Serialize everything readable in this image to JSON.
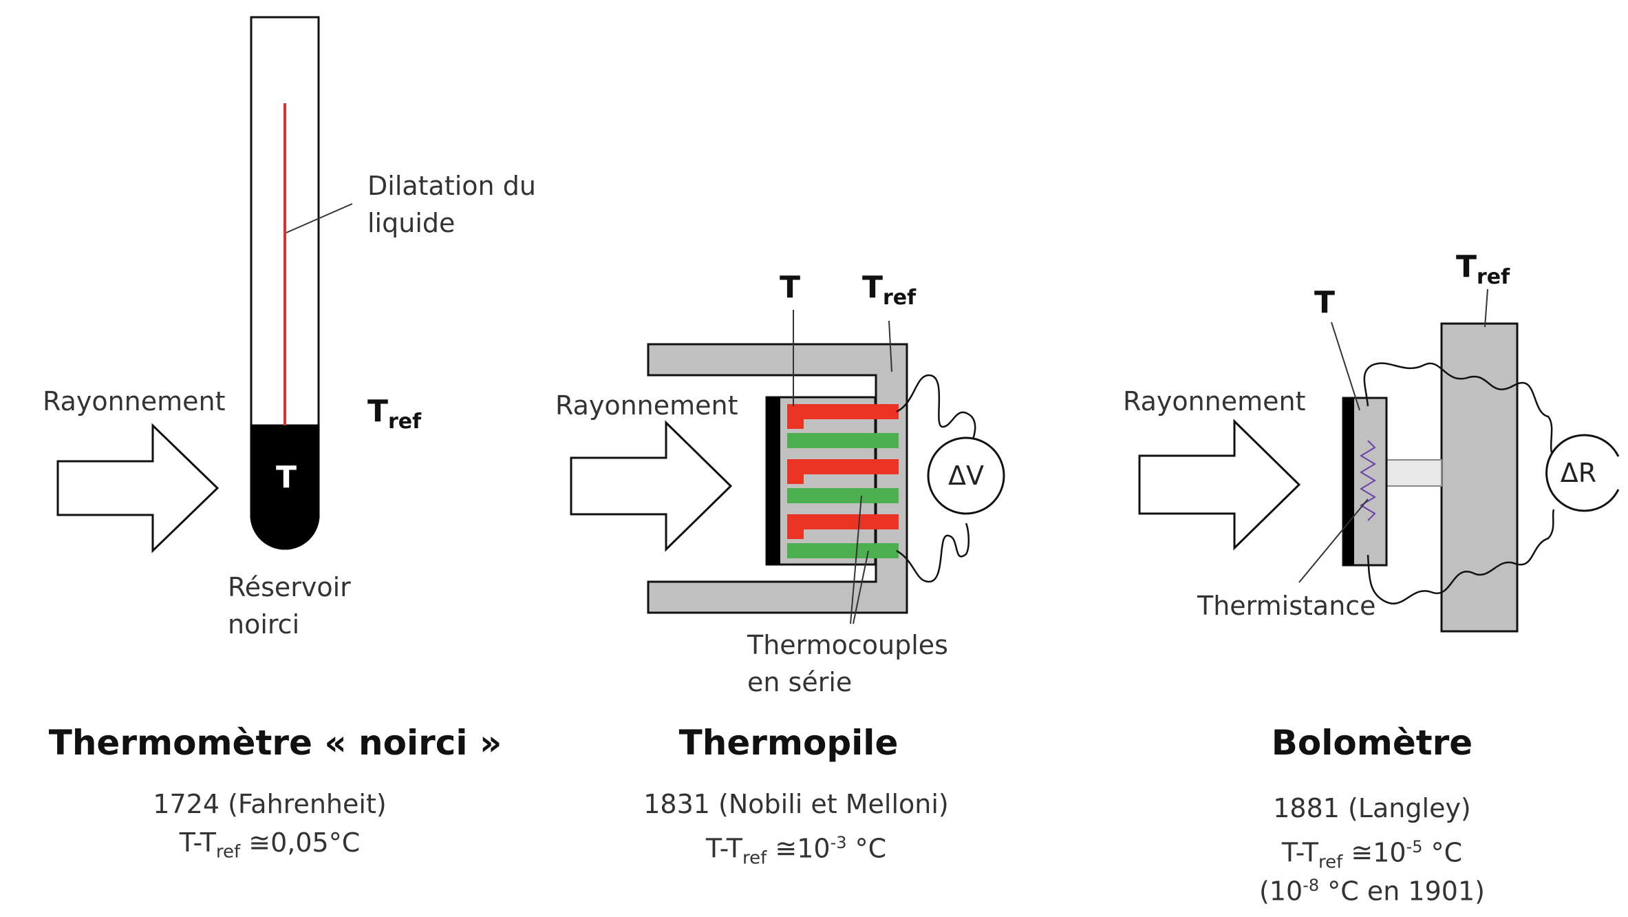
{
  "colors": {
    "outline": "#111111",
    "liquid": "#e0302a",
    "reservoir": "#000000",
    "housing": "#c0c0c0",
    "thermocouple_hot": "#ea3323",
    "thermocouple_cold": "#4caf50",
    "thermistor_coil": "#6a3fb0"
  },
  "panels": [
    {
      "name": "Thermomètre « noirci »",
      "input_label": "Rayonnement",
      "callout_top": [
        "Dilatation du",
        "liquide"
      ],
      "callout_bottom": [
        "Réservoir",
        "noirci"
      ],
      "t_label": "T",
      "tref_base": "T",
      "tref_sub": "ref",
      "caption_line1": "1724 (Fahrenheit)",
      "caption_t": "T-T",
      "caption_sub": "ref",
      "caption_rest": " ≅0,05°C"
    },
    {
      "name": "Thermopile",
      "input_label": "Rayonnement",
      "t_label": "T",
      "tref_base": "T",
      "tref_sub": "ref",
      "meter": "ΔV",
      "callout": [
        "Thermocouples",
        "en série"
      ],
      "caption_line1": "1831 (Nobili et Melloni)",
      "caption_t": "T-T",
      "caption_sub": "ref",
      "caption_mid": " ≅10",
      "caption_sup": "-3",
      "caption_end": " °C"
    },
    {
      "name": "Bolomètre",
      "input_label": "Rayonnement",
      "t_label": "T",
      "tref_base": "T",
      "tref_sub": "ref",
      "meter": "ΔR",
      "callout": "Thermistance",
      "caption_line1": "1881 (Langley)",
      "caption_t": "T-T",
      "caption_sub": "ref",
      "caption_mid": " ≅10",
      "caption_sup": "-5",
      "caption_end": " °C",
      "caption_line3_open": "(10",
      "caption_line3_sup": "-8",
      "caption_line3_rest": " °C en 1901)"
    }
  ]
}
